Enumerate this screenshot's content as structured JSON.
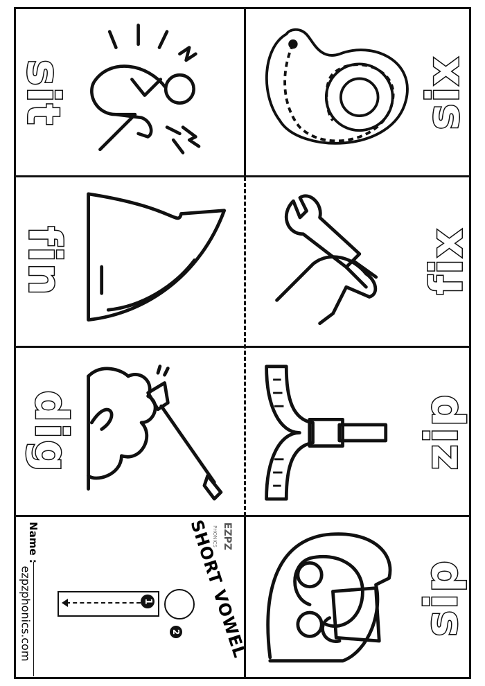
{
  "cards": [
    {
      "word": "sit",
      "icon": "person-sitting-icon"
    },
    {
      "word": "six",
      "icon": "number-six-trace-icon"
    },
    {
      "word": "fin",
      "icon": "fin-icon"
    },
    {
      "word": "fix",
      "icon": "wrench-hand-icon"
    },
    {
      "word": "dig",
      "icon": "shovel-dirt-icon"
    },
    {
      "word": "zip",
      "icon": "zipper-icon"
    },
    {
      "word": "sip",
      "icon": "person-sipping-icon"
    }
  ],
  "cover": {
    "title": "SHORT VOWEL",
    "logo_main": "EZPZ",
    "logo_sub": "PHONICS",
    "name_label": "Name :",
    "website": "ezpzphonics.com",
    "step1": "1",
    "step2": "2"
  }
}
